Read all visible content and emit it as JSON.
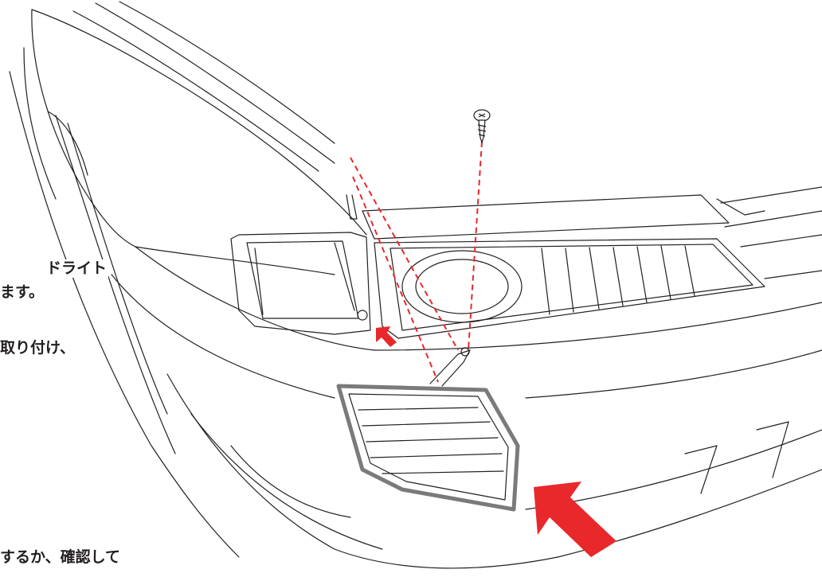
{
  "captions": {
    "line1": "ドライト",
    "line2": "ます。",
    "line3": "取り付け、",
    "line4": "するか、確認して"
  },
  "colors": {
    "outline": "#231f20",
    "arrow": "#e8282b",
    "guide_line": "#e8282b",
    "lamp_lens": "#9a9a9a",
    "background": "#ffffff"
  },
  "icons": {
    "screw": "screw-icon",
    "arrow_small": "red-arrow-icon",
    "arrow_large": "red-arrow-icon"
  }
}
